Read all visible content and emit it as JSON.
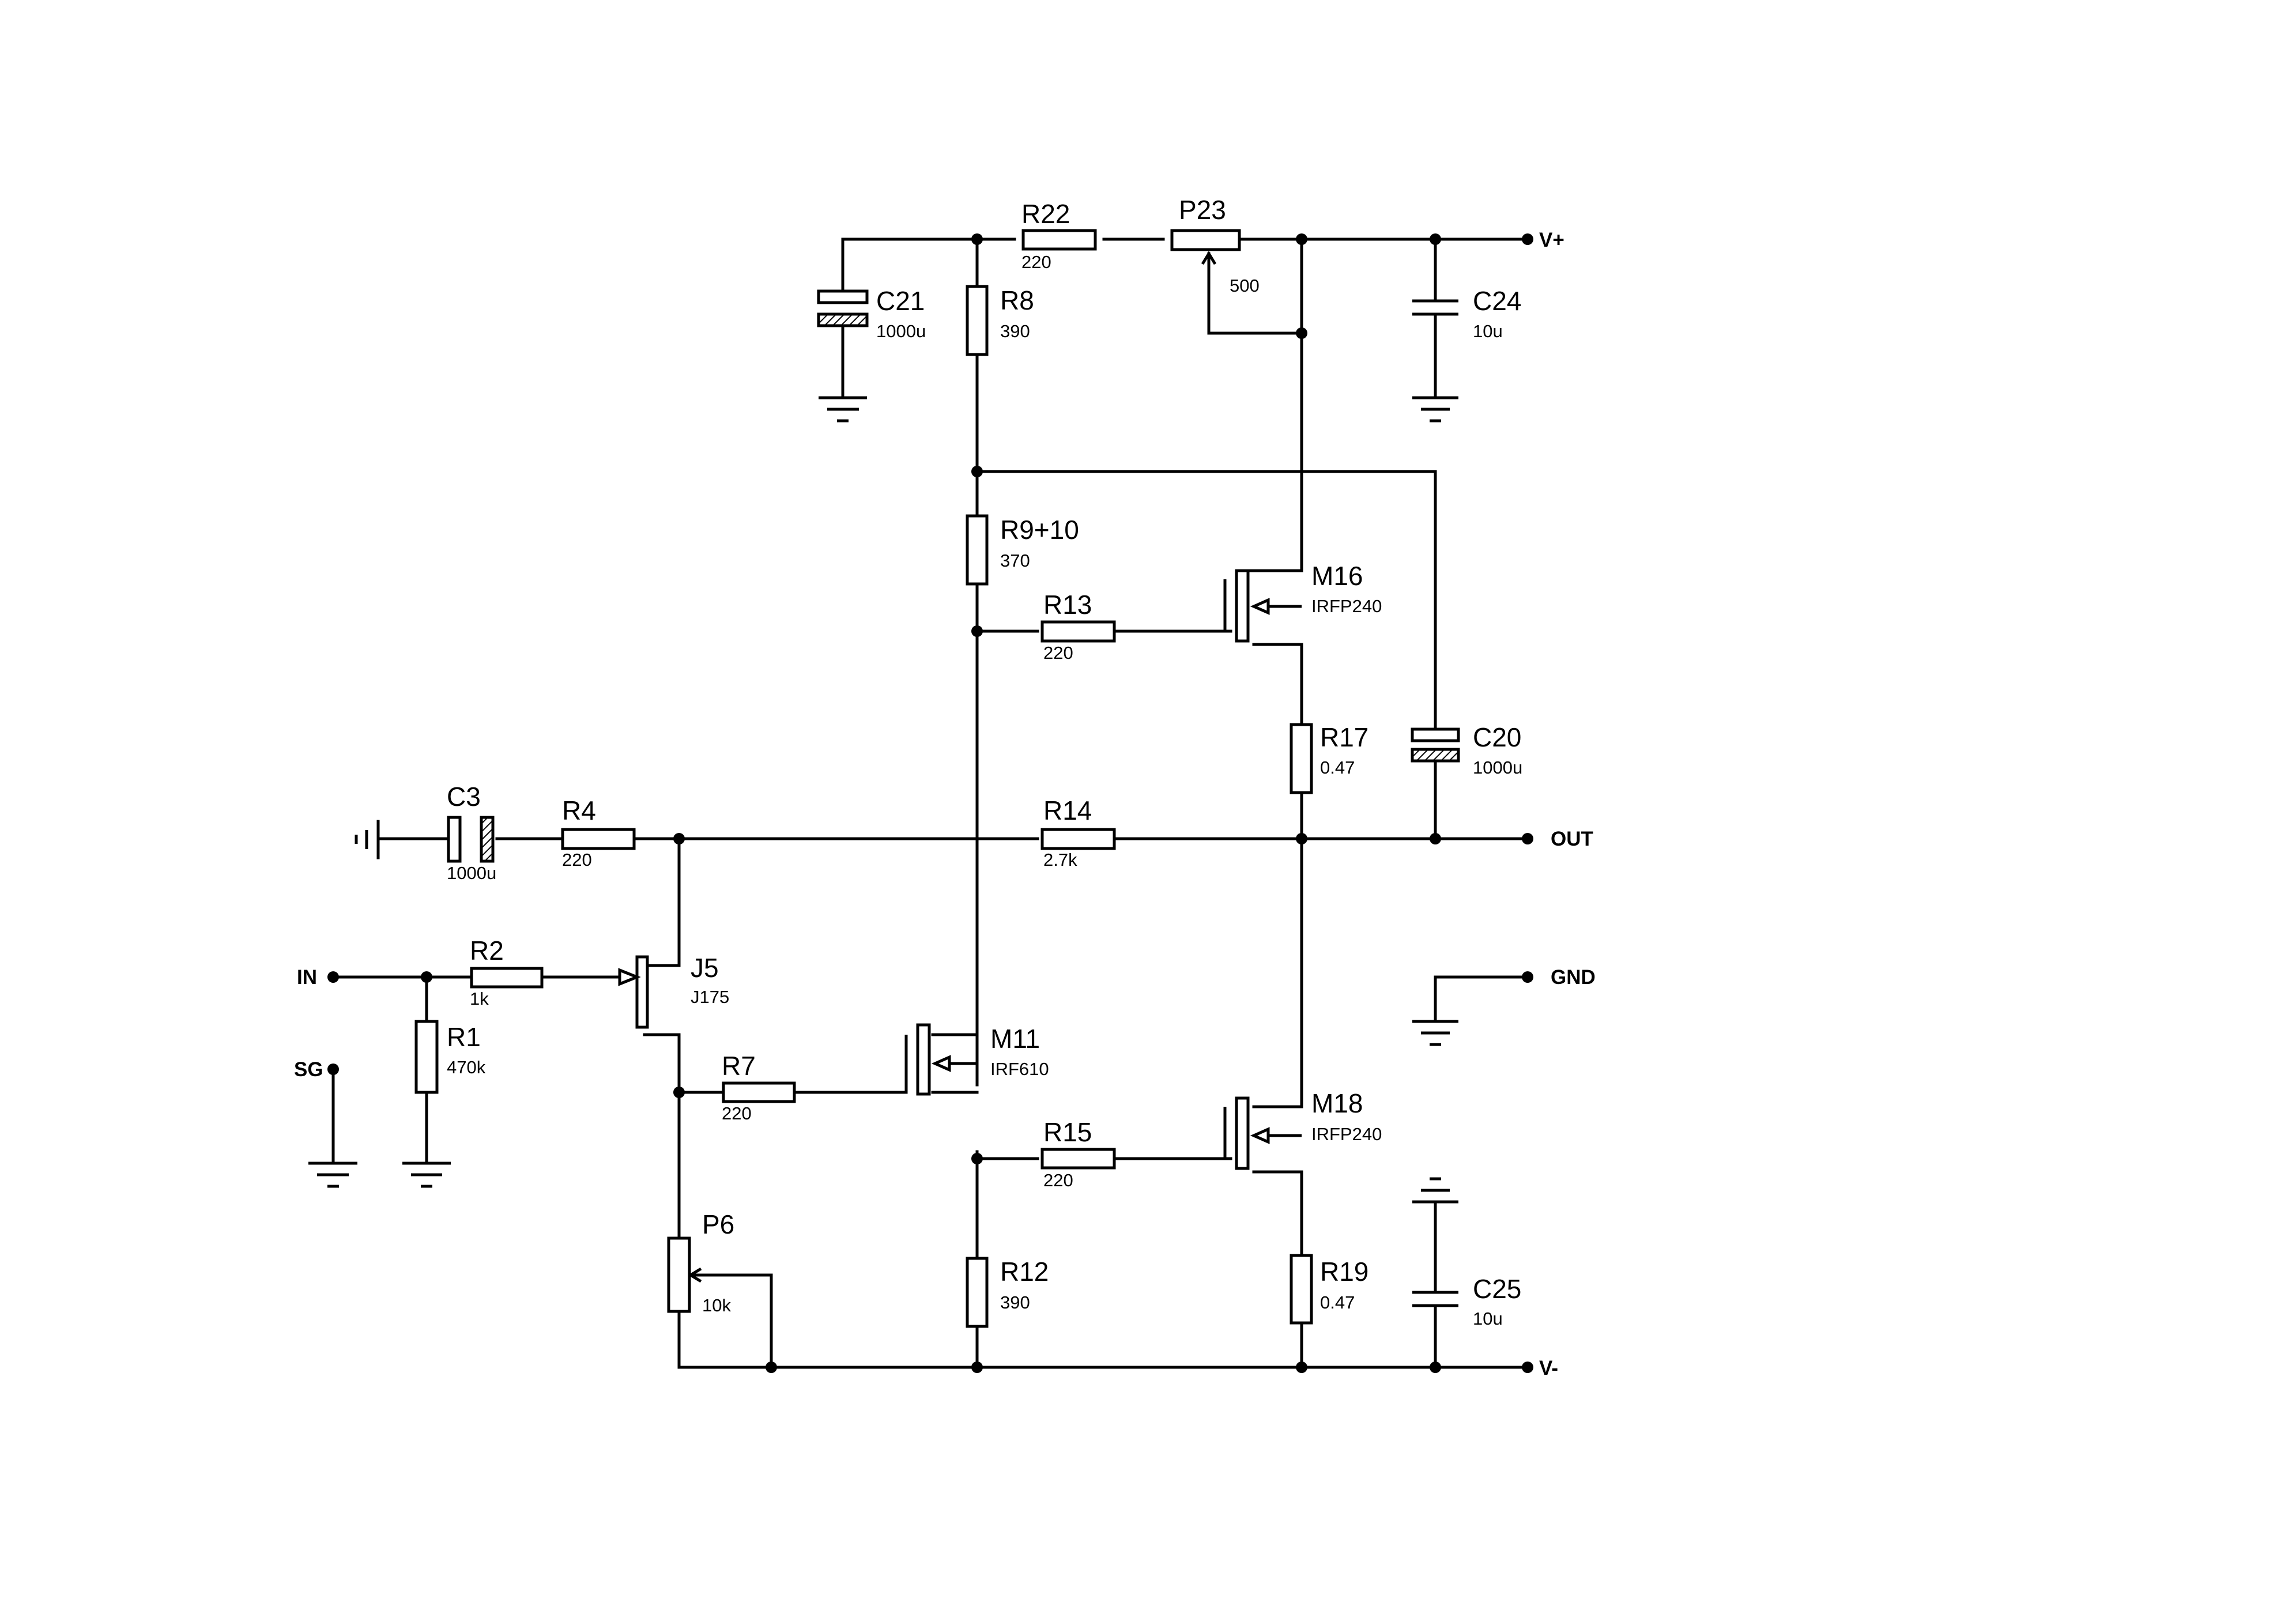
{
  "components": {
    "C21": {
      "name": "C21",
      "value": "1000u"
    },
    "R22": {
      "name": "R22",
      "value": "220"
    },
    "P23": {
      "name": "P23",
      "value": "500"
    },
    "R8": {
      "name": "R8",
      "value": "390"
    },
    "C24": {
      "name": "C24",
      "value": "10u"
    },
    "R9_10": {
      "name": "R9+10",
      "value": "370"
    },
    "M16": {
      "name": "M16",
      "value": "IRFP240"
    },
    "R13": {
      "name": "R13",
      "value": "220"
    },
    "R17": {
      "name": "R17",
      "value": "0.47"
    },
    "C20": {
      "name": "C20",
      "value": "1000u"
    },
    "C3": {
      "name": "C3",
      "value": "1000u"
    },
    "R4": {
      "name": "R4",
      "value": "220"
    },
    "R14": {
      "name": "R14",
      "value": "2.7k"
    },
    "R2": {
      "name": "R2",
      "value": "1k"
    },
    "J5": {
      "name": "J5",
      "value": "J175"
    },
    "R1": {
      "name": "R1",
      "value": "470k"
    },
    "M11": {
      "name": "M11",
      "value": "IRF610"
    },
    "R7": {
      "name": "R7",
      "value": "220"
    },
    "M18": {
      "name": "M18",
      "value": "IRFP240"
    },
    "R15": {
      "name": "R15",
      "value": "220"
    },
    "P6": {
      "name": "P6",
      "value": "10k"
    },
    "R12": {
      "name": "R12",
      "value": "390"
    },
    "R19": {
      "name": "R19",
      "value": "0.47"
    },
    "C25": {
      "name": "C25",
      "value": "10u"
    }
  },
  "ports": {
    "vplus": "V+",
    "vminus": "V-",
    "out": "OUT",
    "gnd": "GND",
    "in": "IN",
    "sg": "SG"
  }
}
